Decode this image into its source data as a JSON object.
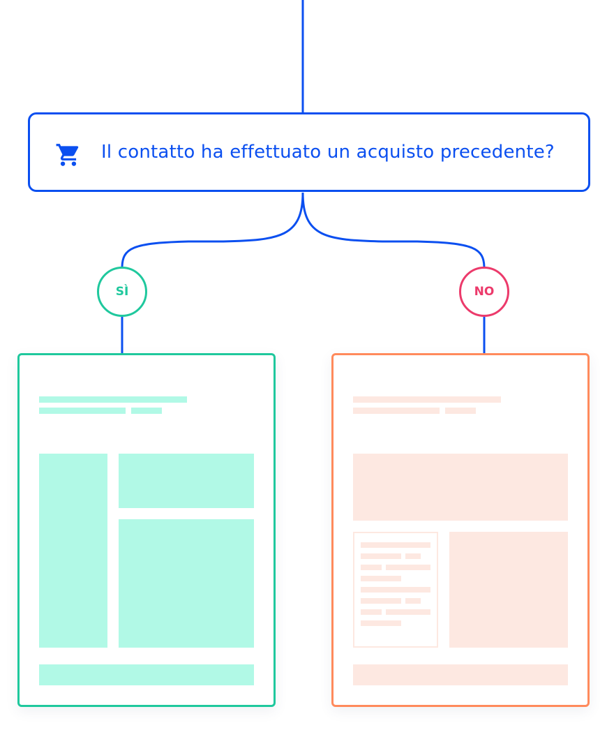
{
  "decision": {
    "icon": "shopping-cart-icon",
    "question": "Il contatto ha effettuato un acquisto precedente?"
  },
  "branches": {
    "yes_label": "SÌ",
    "no_label": "NO"
  },
  "colors": {
    "flow_line": "#0b4ff0",
    "yes": "#1fc89d",
    "yes_fill": "#b1f9e6",
    "no_badge": "#ec3a6b",
    "no_card": "#ff8a5c",
    "no_fill": "#fde8e1"
  }
}
